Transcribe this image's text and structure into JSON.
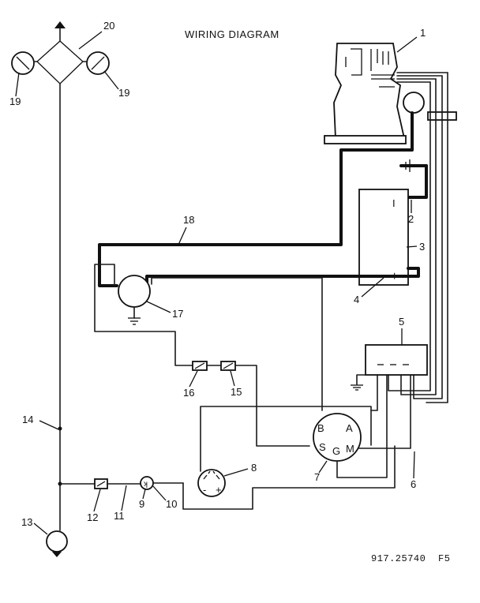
{
  "title": "WIRING DIAGRAM",
  "part_code": "917.25740",
  "figure_code": "F5",
  "callouts": {
    "c1": "1",
    "c2": "2",
    "c3": "3",
    "c4": "4",
    "c5": "5",
    "c6": "6",
    "c7": "7",
    "c8": "8",
    "c9": "9",
    "c10": "10",
    "c11": "11",
    "c12": "12",
    "c13": "13",
    "c14": "14",
    "c15": "15",
    "c16": "16",
    "c17": "17",
    "c18": "18",
    "c19a": "19",
    "c19b": "19",
    "c20": "20"
  },
  "switch_terminals": {
    "b": "B",
    "a": "A",
    "s": "S",
    "g": "G",
    "m": "M"
  },
  "battery_terminals": {
    "neg": "I",
    "pos": "+"
  },
  "ammeter_marks": {
    "minus": "-",
    "plus": "+"
  }
}
